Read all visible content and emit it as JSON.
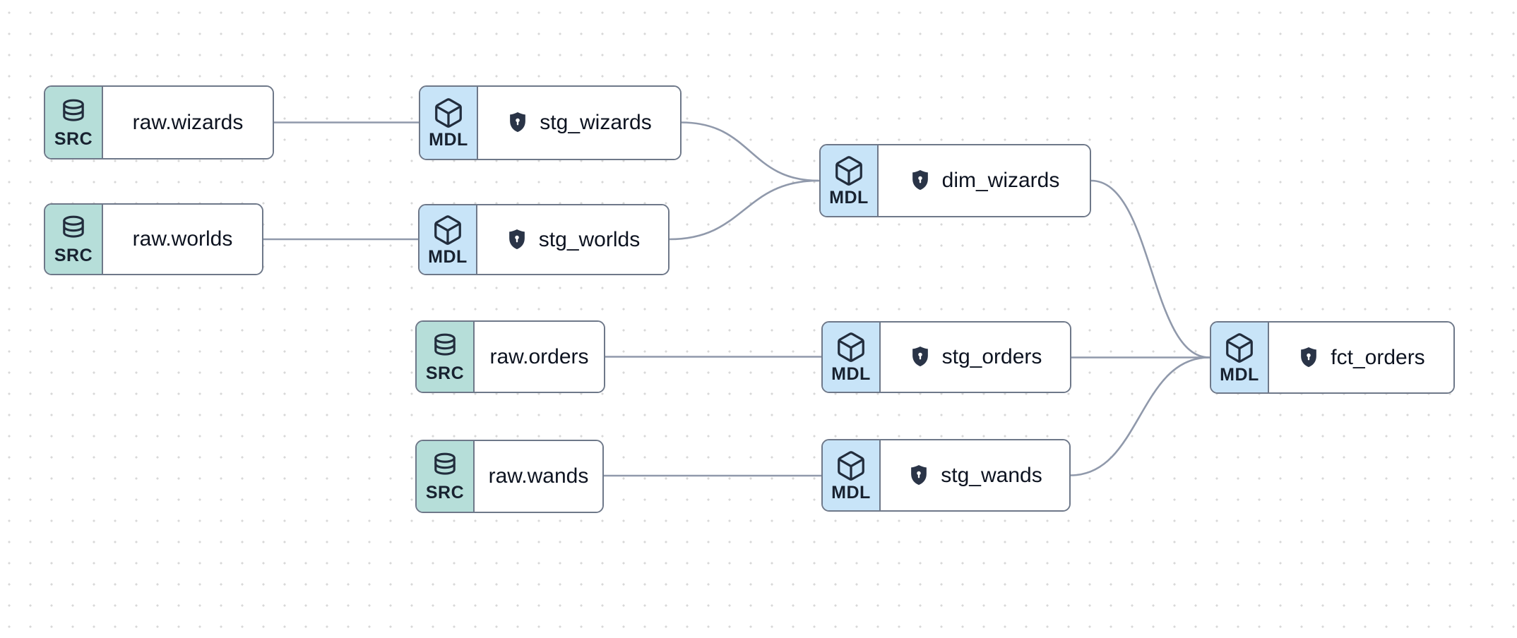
{
  "app": {
    "view": "data-lineage-graph"
  },
  "colors": {
    "canvas_background": "#ffffff",
    "grid_dot": "#d8d8d8",
    "edge": "#9099ab",
    "node_border": "#6e7889",
    "source_badge_background": "#b6ded9",
    "model_badge_background": "#c8e4f8",
    "icon": "#222d3d",
    "label_text": "#0d1320",
    "shield_fill": "#2a3447"
  },
  "badges": {
    "source": "SRC",
    "model": "MDL"
  },
  "nodes": [
    {
      "id": "raw_wizards",
      "badge": "SRC",
      "label": "raw.wizards",
      "kind": "source",
      "icon": "database-icon",
      "protected": false
    },
    {
      "id": "stg_wizards",
      "badge": "MDL",
      "label": "stg_wizards",
      "kind": "model",
      "icon": "cube-icon",
      "protected": true
    },
    {
      "id": "raw_worlds",
      "badge": "SRC",
      "label": "raw.worlds",
      "kind": "source",
      "icon": "database-icon",
      "protected": false
    },
    {
      "id": "stg_worlds",
      "badge": "MDL",
      "label": "stg_worlds",
      "kind": "model",
      "icon": "cube-icon",
      "protected": true
    },
    {
      "id": "raw_orders",
      "badge": "SRC",
      "label": "raw.orders",
      "kind": "source",
      "icon": "database-icon",
      "protected": false
    },
    {
      "id": "stg_orders",
      "badge": "MDL",
      "label": "stg_orders",
      "kind": "model",
      "icon": "cube-icon",
      "protected": true
    },
    {
      "id": "raw_wands",
      "badge": "SRC",
      "label": "raw.wands",
      "kind": "source",
      "icon": "database-icon",
      "protected": false
    },
    {
      "id": "stg_wands",
      "badge": "MDL",
      "label": "stg_wands",
      "kind": "model",
      "icon": "cube-icon",
      "protected": true
    },
    {
      "id": "dim_wizards",
      "badge": "MDL",
      "label": "dim_wizards",
      "kind": "model",
      "icon": "cube-icon",
      "protected": true
    },
    {
      "id": "fct_orders",
      "badge": "MDL",
      "label": "fct_orders",
      "kind": "model",
      "icon": "cube-icon",
      "protected": true
    }
  ],
  "edges": [
    {
      "from": "raw.wizards",
      "to": "stg_wizards"
    },
    {
      "from": "raw.worlds",
      "to": "stg_worlds"
    },
    {
      "from": "raw.orders",
      "to": "stg_orders"
    },
    {
      "from": "raw.wands",
      "to": "stg_wands"
    },
    {
      "from": "stg_wizards",
      "to": "dim_wizards"
    },
    {
      "from": "stg_worlds",
      "to": "dim_wizards"
    },
    {
      "from": "dim_wizards",
      "to": "fct_orders"
    },
    {
      "from": "stg_orders",
      "to": "fct_orders"
    },
    {
      "from": "stg_wands",
      "to": "fct_orders"
    }
  ]
}
